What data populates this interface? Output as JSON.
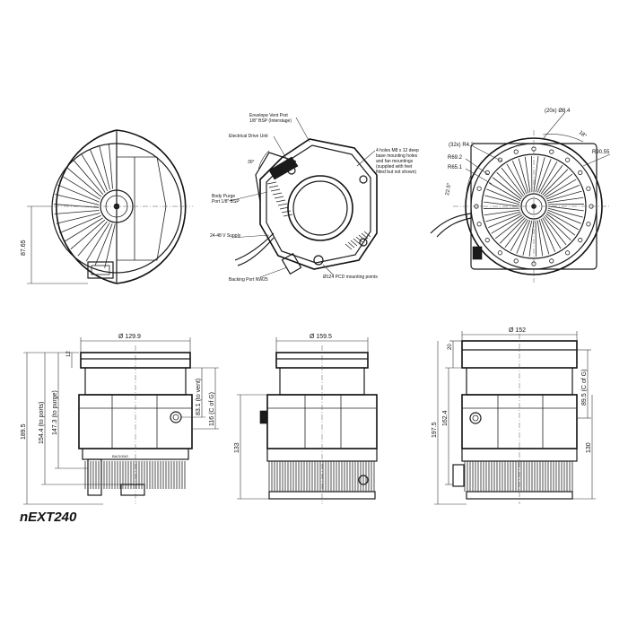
{
  "title": "nEXT240",
  "top_views": {
    "front_view": {
      "dim_87_65": "87.65"
    },
    "side_view": {
      "callouts": {
        "envelope_vent": [
          "Envelope Vent Port",
          "1/8\" BSP (Interstage)"
        ],
        "electrical_drive": "Electrical Drive Unit",
        "mounting_holes": [
          "4 holes M8 x 12 deep",
          "base mounting holes",
          "and fan mountings",
          "(supplied with feet",
          "fitted but not shown)"
        ],
        "body_purge": [
          "Body Purge",
          "Port 1/8\" BSP"
        ],
        "supply": "24-48 V Supply",
        "backing_port": "Backing Port NW25",
        "pcd": "Ø124 PCD mounting points",
        "angle_30": "30°"
      }
    },
    "flange_view": {
      "holes": "(20x) Ø8.4",
      "r42": "(32x) R4.2",
      "r692": "R69.2",
      "r651": "R65.1",
      "r9055": "R90.55",
      "angle_18": "18°",
      "angle_225": "22.5°"
    }
  },
  "bottom_views": {
    "left": {
      "dia": "Ø 129.9",
      "d12": "12",
      "d1895": "189.5",
      "d1544": "154.4 (to ports)",
      "d1473": "147.3 (to purge)",
      "d831": "83.1 (to vent)",
      "d116": "116 (C of G)",
      "backing_label": "BACKING"
    },
    "middle": {
      "dia": "Ø 159.5",
      "d133": "133"
    },
    "right": {
      "dia": "Ø 152",
      "d20": "20",
      "d1975": "197.5",
      "d1624": "162.4",
      "d895": "89.5 (C of G)",
      "d130": "130"
    }
  }
}
